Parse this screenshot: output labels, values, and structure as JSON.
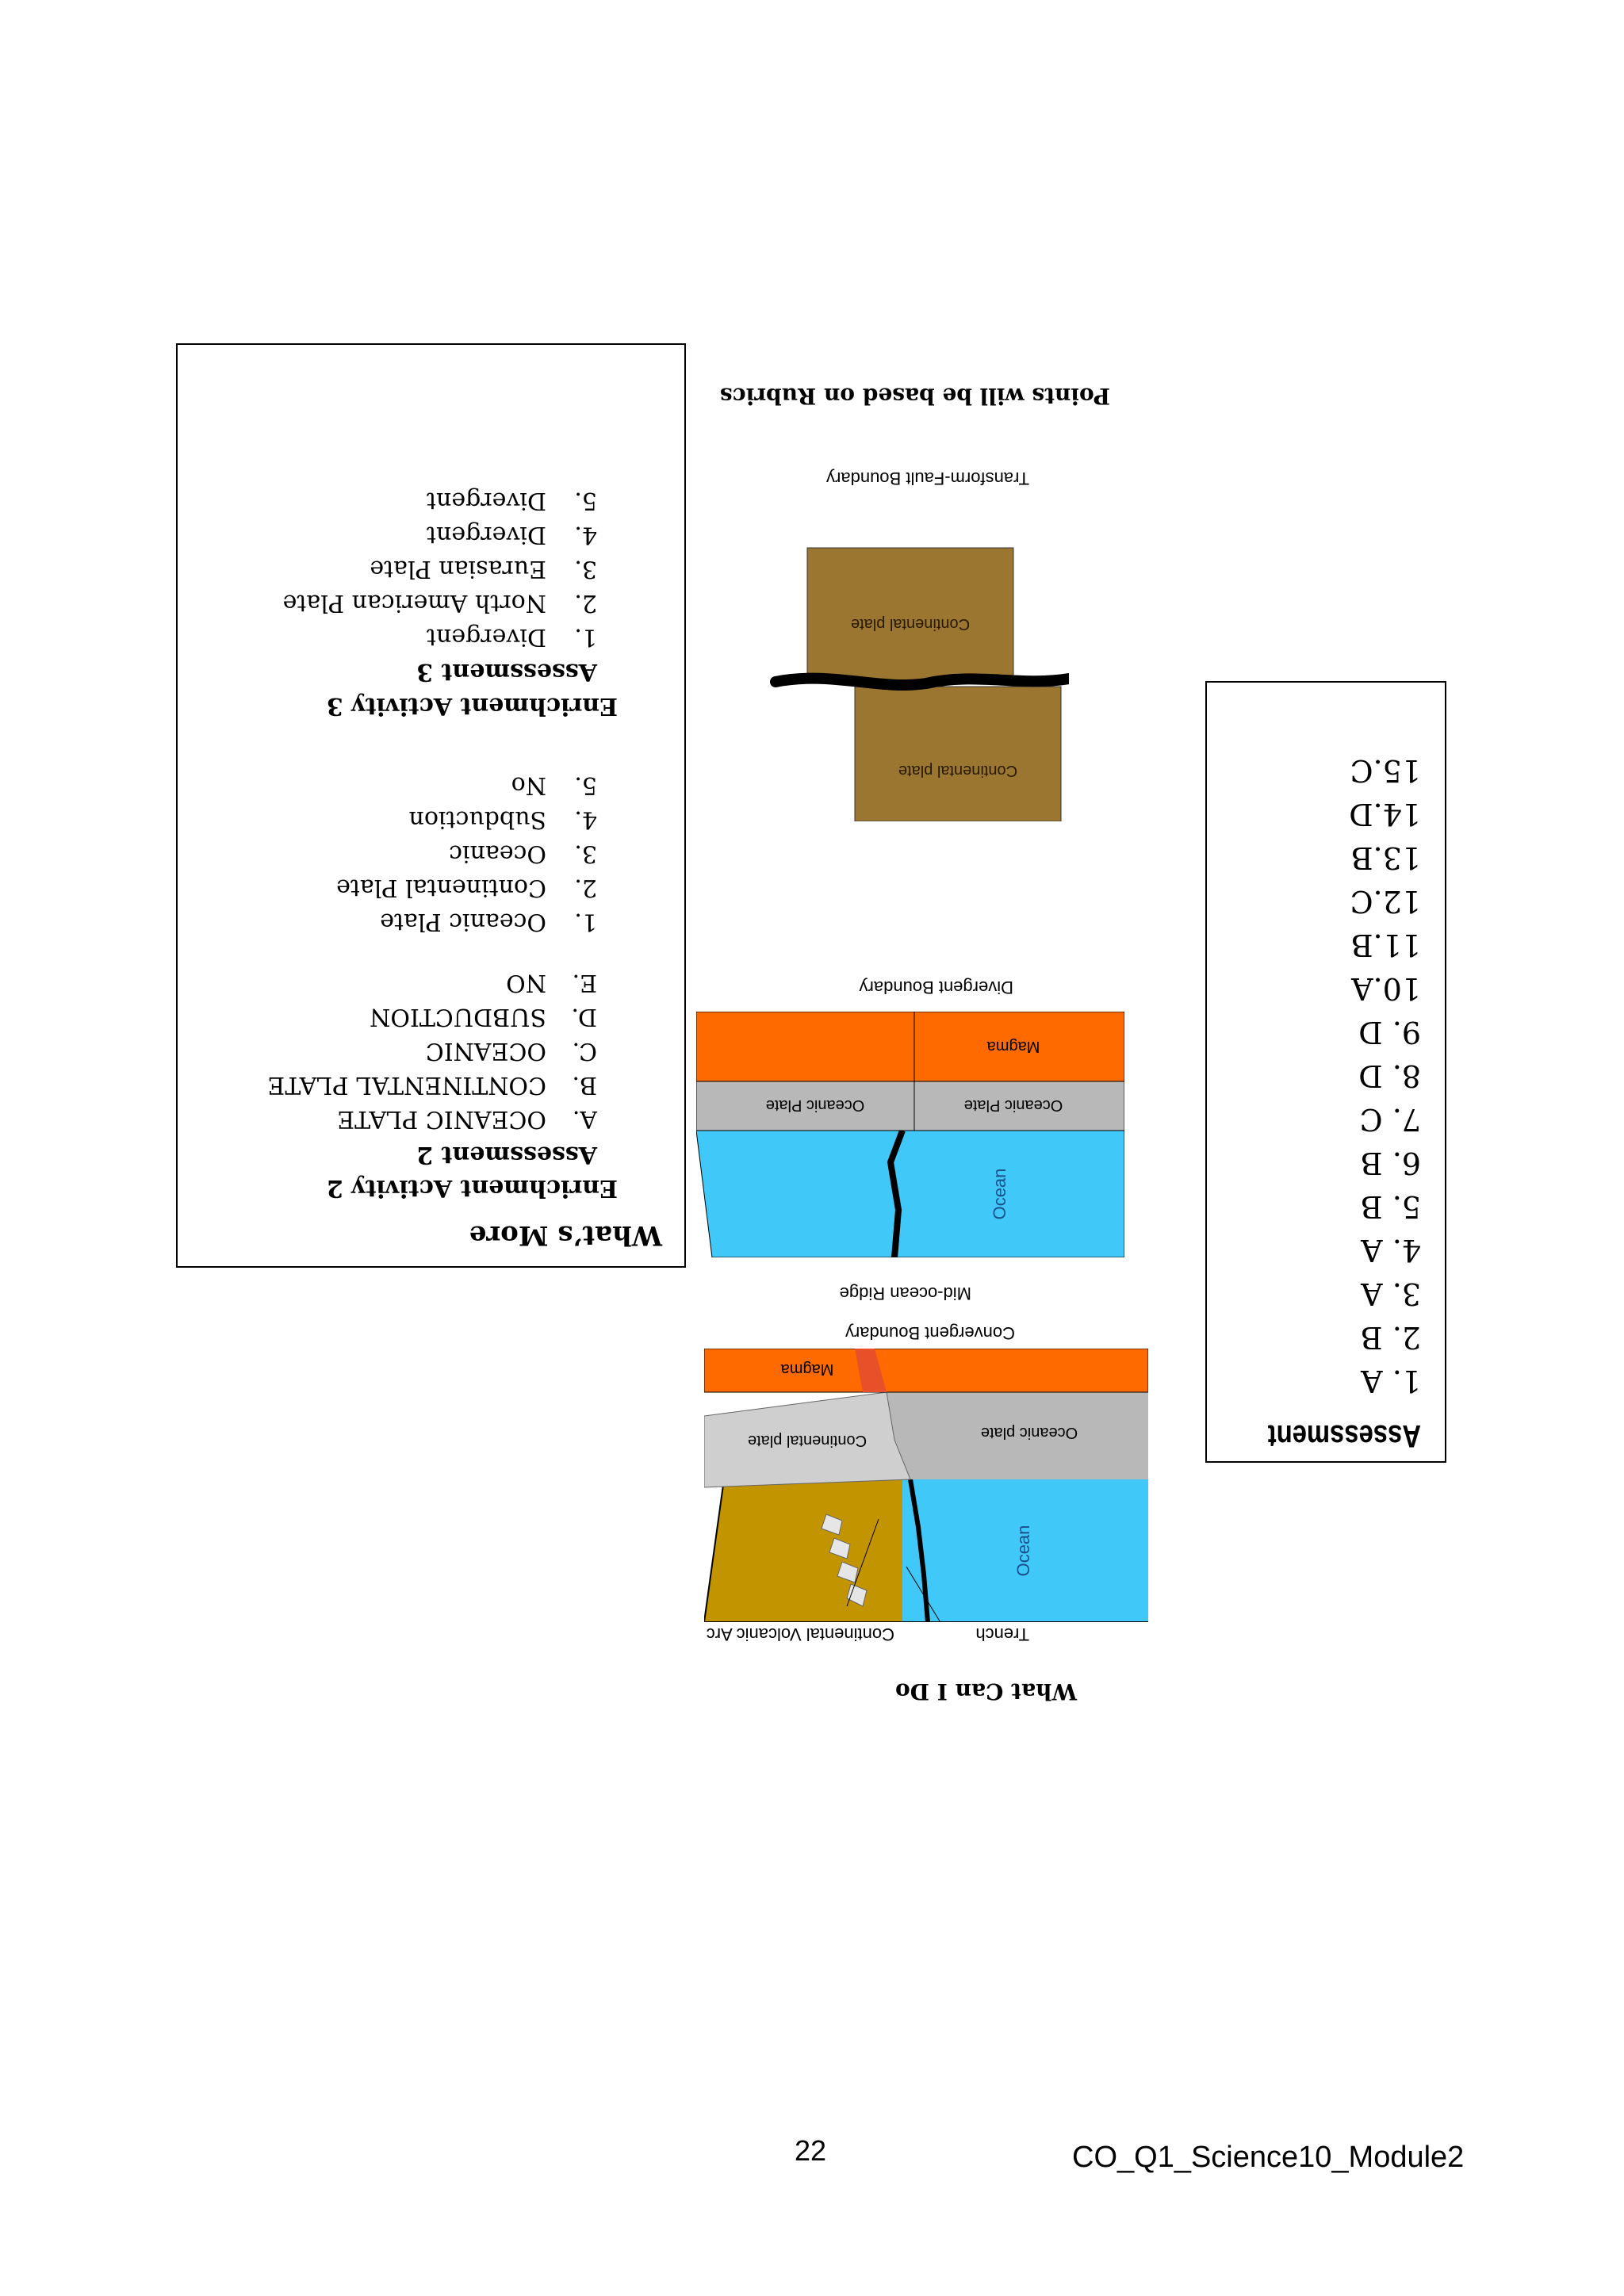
{
  "assessment": {
    "title": "Assessment",
    "answers": [
      "1. A",
      "2. B",
      "3. A",
      "4. A",
      "5. B",
      "6. B",
      "7. C",
      "8. D",
      "9. D",
      "10.A",
      "11.B",
      "12.C",
      "13.B",
      "14.D",
      "15.C"
    ]
  },
  "whats_more": {
    "title": "What’s More",
    "activity2": {
      "title": "Enrichment Activity 2",
      "assessment_title": "Assessment 2",
      "items": [
        {
          "num": "A.",
          "text": "OCEANIC PLATE"
        },
        {
          "num": "B.",
          "text": "CONTINENTAL PLATE"
        },
        {
          "num": "C.",
          "text": "OCEANIC"
        },
        {
          "num": "D.",
          "text": "SUBDUCTION"
        },
        {
          "num": "E.",
          "text": "NO"
        },
        {
          "num": "1.",
          "text": "Oceanic Plate"
        },
        {
          "num": "2.",
          "text": "Continental Plate"
        },
        {
          "num": "3.",
          "text": "Oceanic"
        },
        {
          "num": "4.",
          "text": "Subduction"
        },
        {
          "num": "5.",
          "text": "No"
        }
      ]
    },
    "activity3": {
      "title": "Enrichment Activity 3",
      "assessment_title": "Assessment 3",
      "items": [
        {
          "num": "1.",
          "text": "Divergent"
        },
        {
          "num": "2.",
          "text": "North American Plate"
        },
        {
          "num": "3.",
          "text": "Eurasian Plate"
        },
        {
          "num": "4.",
          "text": "Divergent"
        },
        {
          "num": "5.",
          "text": "Divergent"
        }
      ]
    }
  },
  "what_can_i_do": {
    "title": "What Can I Do",
    "convergent": {
      "trench": "Trench",
      "arc": "Continental Volcanic Arc",
      "ocean": "Ocean",
      "oceanic_plate": "Oceanic plate",
      "continental_plate": "Continental plate",
      "magma": "Magma",
      "caption": "Convergent Boundary"
    },
    "divergent": {
      "ridge": "Mid-ocean Ridge",
      "ocean": "Ocean",
      "oceanic_plate_left": "Oceanic Plate",
      "oceanic_plate_right": "Oceanic Plate",
      "magma": "Magma",
      "caption": "Divergent Boundary"
    },
    "transform": {
      "plate_a": "Continental plate",
      "plate_b": "Continental plate",
      "caption": "Transform-Fault Boundary"
    },
    "rubric_note": "Points will be based on Rubrics"
  },
  "colors": {
    "ocean": "#40c8f8",
    "oceanic_plate": "#b8b8b8",
    "magma": "#ff6a00",
    "continent": "#c29400",
    "continental_block": "#9a7631"
  },
  "footer": {
    "page_number": "22",
    "module_code": "CO_Q1_Science10_Module2"
  }
}
